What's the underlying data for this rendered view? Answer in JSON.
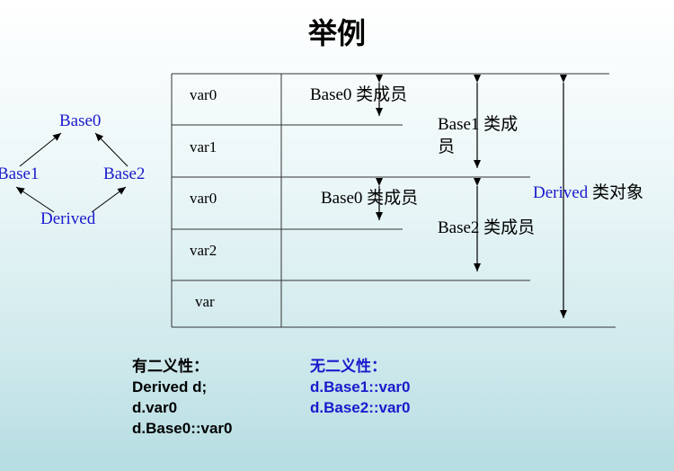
{
  "title": "举例",
  "hierarchy": {
    "base0": "Base0",
    "base1": "Base1",
    "base2": "Base2",
    "derived": "Derived"
  },
  "memory": {
    "rows": [
      "var0",
      "var1",
      "var0",
      "var2",
      "var"
    ],
    "base0_member_a": "Base0 类成员",
    "base1_member_line1": "Base1 类成",
    "base1_member_line2": "员",
    "base0_member_b": "Base0 类成员",
    "base2_member": "Base2 类成员",
    "derived_object_prefix": "Derived",
    "derived_object_suffix": " 类对象"
  },
  "ambiguous": {
    "heading": "有二义性：",
    "lines": [
      "Derived d;",
      "d.var0",
      "d.Base0::var0"
    ]
  },
  "unambiguous": {
    "heading": "无二义性：",
    "lines": [
      "d.Base1::var0",
      "d.Base2::var0"
    ]
  },
  "colors": {
    "accent_blue": "#1a1acc",
    "text": "#000000"
  }
}
